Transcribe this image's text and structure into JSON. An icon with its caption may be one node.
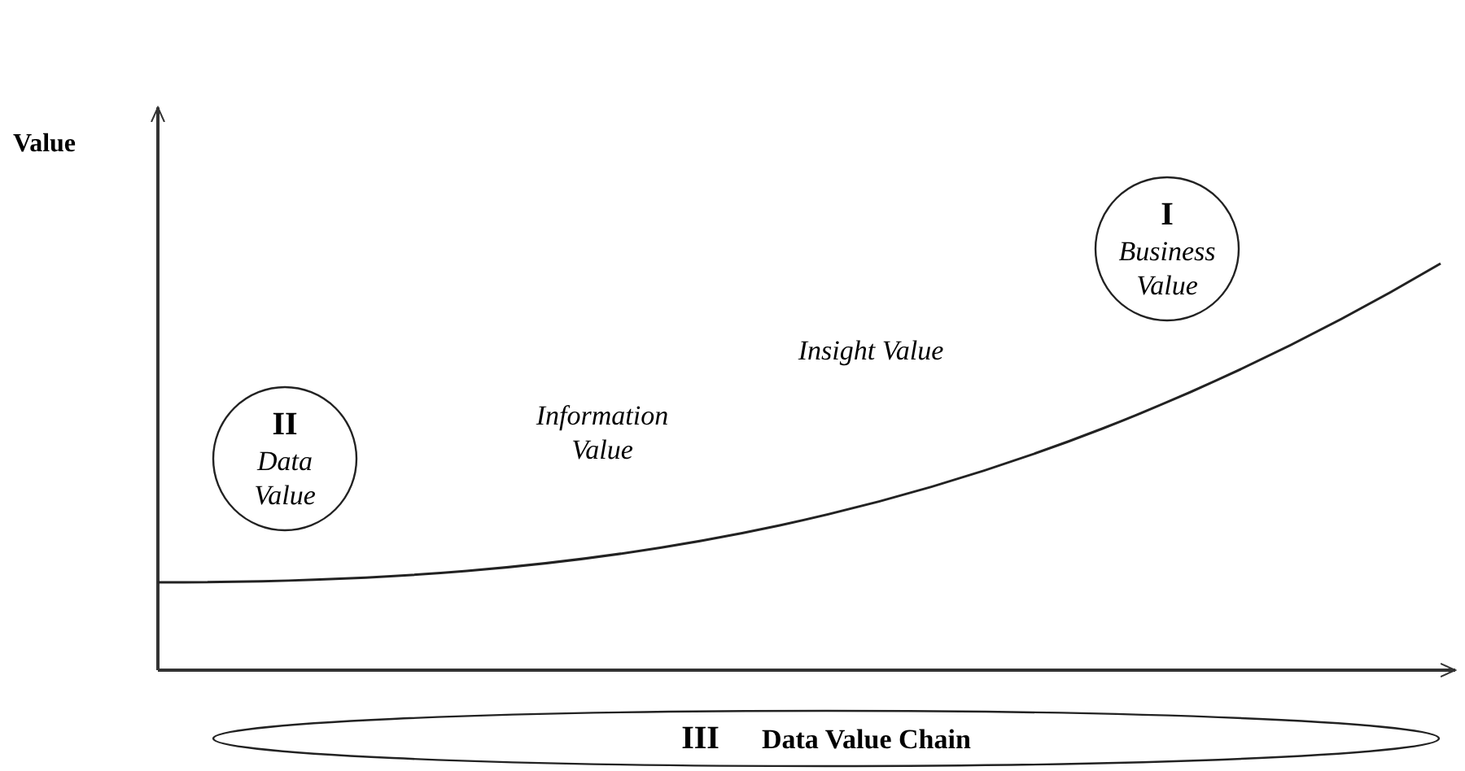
{
  "diagram": {
    "nodes": [
      {
        "text": [
          "I",
          "Business Value"
        ]
      },
      {
        "text": [
          "II",
          "Data Value"
        ]
      },
      {
        "text": [
          "III",
          "Data Value Chain"
        ]
      }
    ],
    "labels": [
      "Value",
      "Insight Value",
      "Information Value"
    ]
  }
}
